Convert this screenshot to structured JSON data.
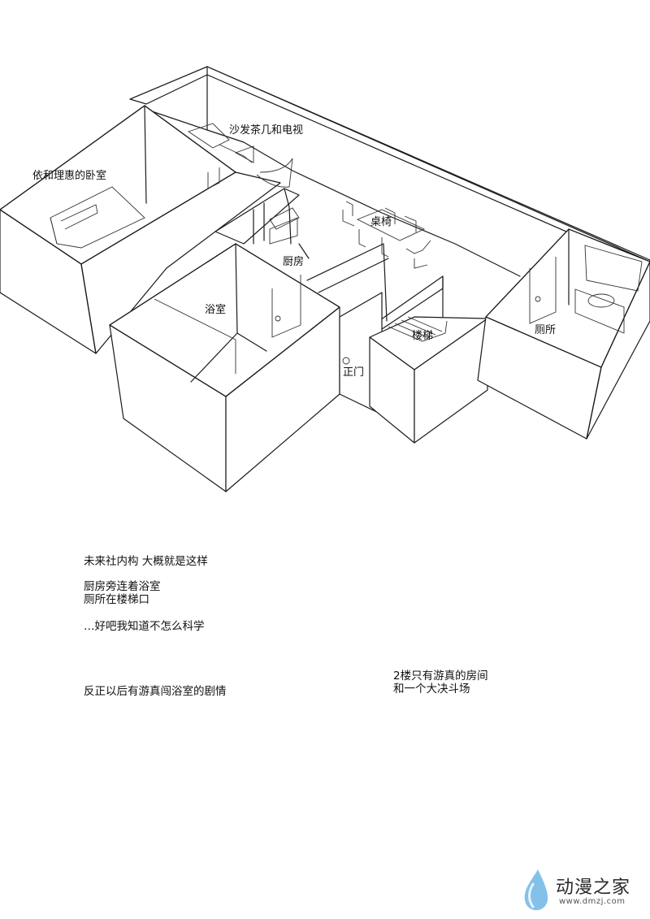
{
  "rooms": {
    "sofa": "沙发茶几和电视",
    "bedroom": "依和理惠的卧室",
    "dining": "桌椅",
    "kitchen": "厨房",
    "bath": "浴室",
    "stairs": "楼梯",
    "toilet": "厕所",
    "door": "正门"
  },
  "notes": {
    "line1": "未来社内构  大概就是这样",
    "line2": "厨房旁连着浴室",
    "line3": "厕所在楼梯口",
    "line4": "…好吧我知道不怎么科学",
    "line5": "反正以后有游真闯浴室的剧情",
    "line6": "2楼只有游真的房间",
    "line7": "和一个大决斗场"
  },
  "watermark": {
    "name": "动漫之家",
    "url": "www.dmzj.com",
    "icon": "water-drop-icon"
  }
}
